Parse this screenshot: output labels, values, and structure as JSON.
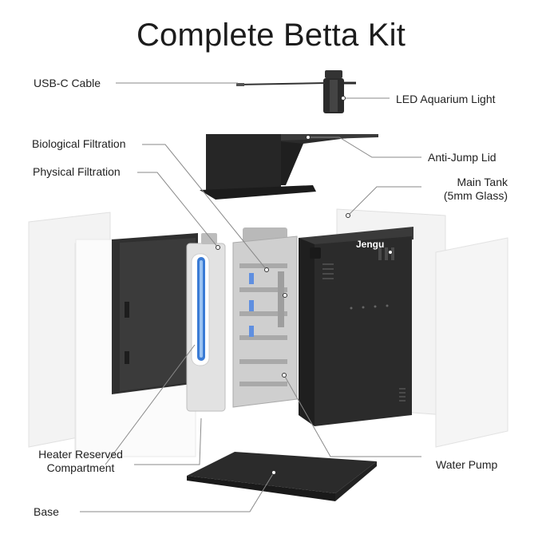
{
  "title": "Complete Betta Kit",
  "brand_mark": "Jengu",
  "labels": {
    "usb_cable": "USB-C Cable",
    "led_light": "LED Aquarium Light",
    "biological_filtration": "Biological Filtration",
    "anti_jump_lid": "Anti-Jump Lid",
    "physical_filtration": "Physical Filtration",
    "main_tank_line1": "Main Tank",
    "main_tank_line2": "(5mm Glass)",
    "heater_line1": "Heater Reserved",
    "heater_line2": "Compartment",
    "water_pump": "Water Pump",
    "base": "Base"
  },
  "colors": {
    "background": "#ffffff",
    "dark_part": "#2b2b2b",
    "grey_part": "#c9c9c9",
    "glass": "#ececec",
    "heater_blue": "#3a7bd5",
    "callout_line": "#8a8a8a"
  },
  "icons": [
    "led-lamp-icon",
    "usb-cable-icon"
  ]
}
